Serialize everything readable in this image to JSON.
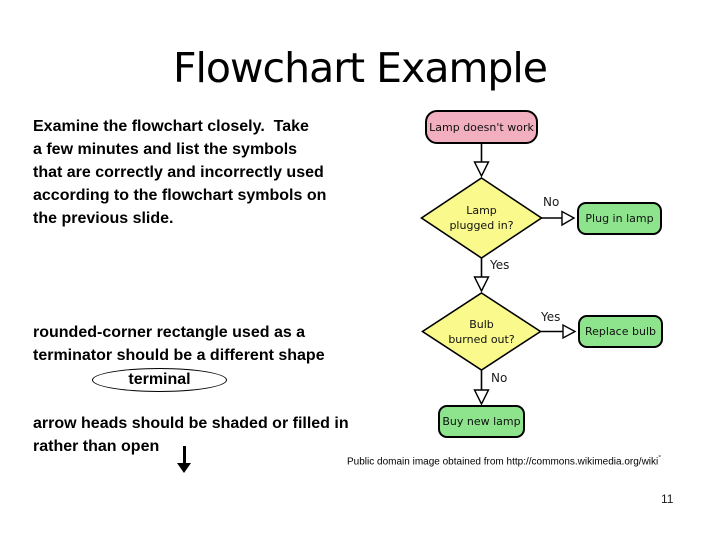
{
  "title": "Flowchart Example",
  "page_number": "11",
  "body_text": {
    "p1": {
      "lines": [
        "Examine the flowchart closely.  Take",
        "a few minutes and list the symbols",
        "that are correctly and incorrectly used",
        "according to the flowchart symbols on",
        "the previous slide."
      ]
    },
    "p2": {
      "lines": [
        "rounded-corner rectangle used as a",
        "terminator should be a different shape"
      ]
    },
    "terminal_shape_label": "terminal",
    "p3": {
      "lines": [
        "arrow heads should be shaded or filled in",
        "rather than open"
      ]
    }
  },
  "caption": {
    "text": "Public domain image obtained from http://commons.wikimedia.org/wiki",
    "footnote_mark": "°"
  },
  "flowchart": {
    "colors": {
      "terminator_fill": "#F2AFC0",
      "decision_fill": "#F9F98C",
      "process_fill": "#8DE48D",
      "stroke": "#000000"
    },
    "nodes": {
      "start": {
        "label": "Lamp doesn't work"
      },
      "decision1": {
        "line1": "Lamp",
        "line2": "plugged in?"
      },
      "process1": {
        "label": "Plug in lamp"
      },
      "decision2": {
        "line1": "Bulb",
        "line2": "burned out?"
      },
      "process2": {
        "label": "Replace bulb"
      },
      "process3": {
        "label": "Buy new lamp"
      }
    },
    "edge_labels": {
      "decision1_no": "No",
      "decision1_yes": "Yes",
      "decision2_yes": "Yes",
      "decision2_no": "No"
    }
  }
}
